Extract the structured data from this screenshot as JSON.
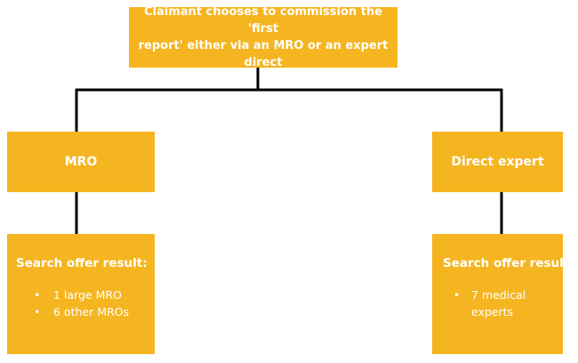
{
  "top_box": {
    "line1": "Claimant chooses to commission the 'first",
    "line2": "report' either via an MRO or an expert direct"
  },
  "mro_box": {
    "label": "MRO"
  },
  "direct_box": {
    "label": "Direct expert"
  },
  "mro_result": {
    "title": "Search offer result:",
    "items": [
      "1 large MRO",
      "6 other MROs"
    ]
  },
  "direct_result": {
    "title": "Search offer result:",
    "items": [
      "7 medical experts"
    ]
  },
  "colors": {
    "box_fill": "#f5b521",
    "box_text": "#ffffff",
    "connector": "#000000"
  }
}
